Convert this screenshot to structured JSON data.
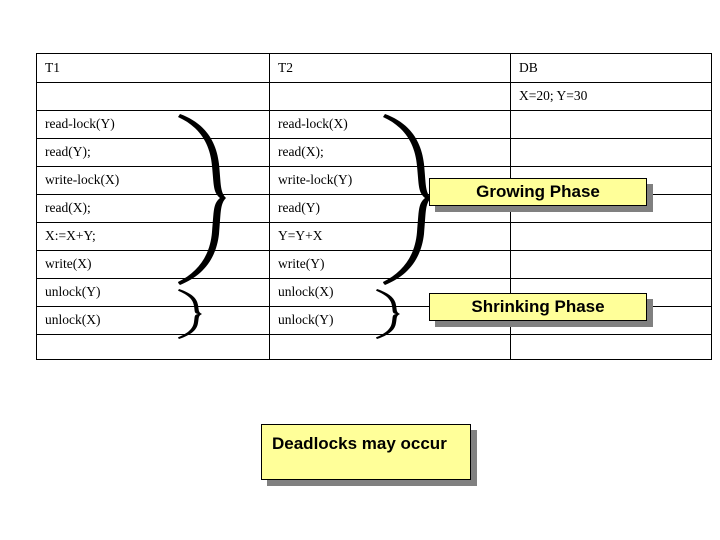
{
  "table": {
    "columns": [
      "T1",
      "T2",
      "DB"
    ],
    "db_state": "X=20; Y=30",
    "rows": [
      {
        "t1": "read-lock(Y)",
        "t2": "read-lock(X)",
        "db": ""
      },
      {
        "t1": "read(Y);",
        "t2": "read(X);",
        "db": ""
      },
      {
        "t1": "write-lock(X)",
        "t2": "write-lock(Y)",
        "db": ""
      },
      {
        "t1": "read(X);",
        "t2": "read(Y)",
        "db": ""
      },
      {
        "t1": "X:=X+Y;",
        "t2": "Y=Y+X",
        "db": ""
      },
      {
        "t1": "write(X)",
        "t2": "write(Y)",
        "db": ""
      },
      {
        "t1": "unlock(Y)",
        "t2": "unlock(X)",
        "db": ""
      },
      {
        "t1": "unlock(X)",
        "t2": "unlock(Y)",
        "db": ""
      },
      {
        "t1": "",
        "t2": "",
        "db": ""
      }
    ]
  },
  "callouts": {
    "growing": "Growing Phase",
    "shrinking": "Shrinking  Phase",
    "deadlock": "Deadlocks may occur"
  },
  "braces": {
    "t1_growing": "curly-brace-right",
    "t2_growing": "curly-brace-right",
    "t1_shrinking": "curly-brace-right",
    "t2_shrinking": "curly-brace-right"
  },
  "colors": {
    "callout_fill": "#ffff99",
    "callout_border": "#000000",
    "callout_shadow": "#808080",
    "table_border": "#000000",
    "text": "#000000"
  }
}
